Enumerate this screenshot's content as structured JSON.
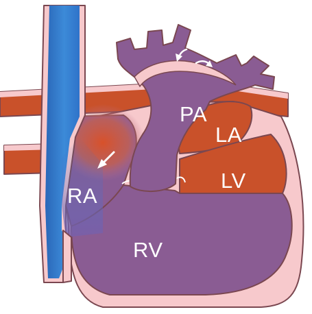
{
  "labels": {
    "pa": "PA",
    "la": "LA",
    "lv": "LV",
    "ra": "RA",
    "rv": "RV"
  },
  "colors": {
    "background": "#ffffff",
    "heart_wall": "#f7c9cc",
    "deoxygenated": "#8a5c93",
    "oxygenated": "#c9512a",
    "vena_cava": "#2f73c9",
    "vena_cava_light": "#4d9be0",
    "mixing_glow": "#e0602e",
    "outline": "#7a4750",
    "arrows": "#ffffff"
  }
}
